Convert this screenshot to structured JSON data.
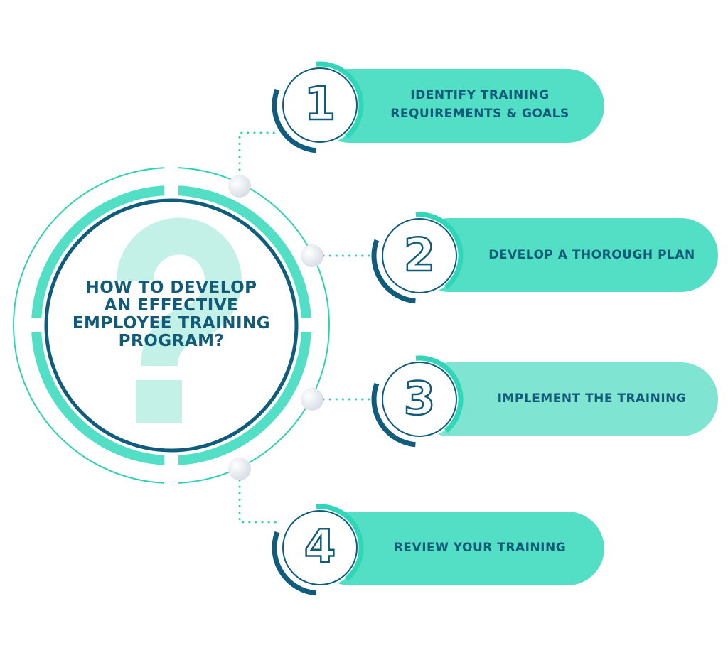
{
  "title": "HOW TO DEVELOP AN EFFECTIVE EMPLOYEE TRAINING PROGRAM?",
  "title_lines": [
    "HOW TO DEVELOP",
    "AN EFFECTIVE",
    "EMPLOYEE TRAINING",
    "PROGRAM?"
  ],
  "colors": {
    "teal": "#52dfc5",
    "teal_light": "#80e4d2",
    "navy": "#0f5c7c",
    "text": "#115a78",
    "question_mark": "#c4f1e7"
  },
  "steps": [
    {
      "number": "1",
      "label_lines": [
        "IDENTIFY TRAINING",
        "REQUIREMENTS & GOALS"
      ]
    },
    {
      "number": "2",
      "label_lines": [
        "DEVELOP A THOROUGH PLAN"
      ]
    },
    {
      "number": "3",
      "label_lines": [
        "IMPLEMENT THE TRAINING"
      ]
    },
    {
      "number": "4",
      "label_lines": [
        "REVIEW YOUR TRAINING"
      ]
    }
  ]
}
